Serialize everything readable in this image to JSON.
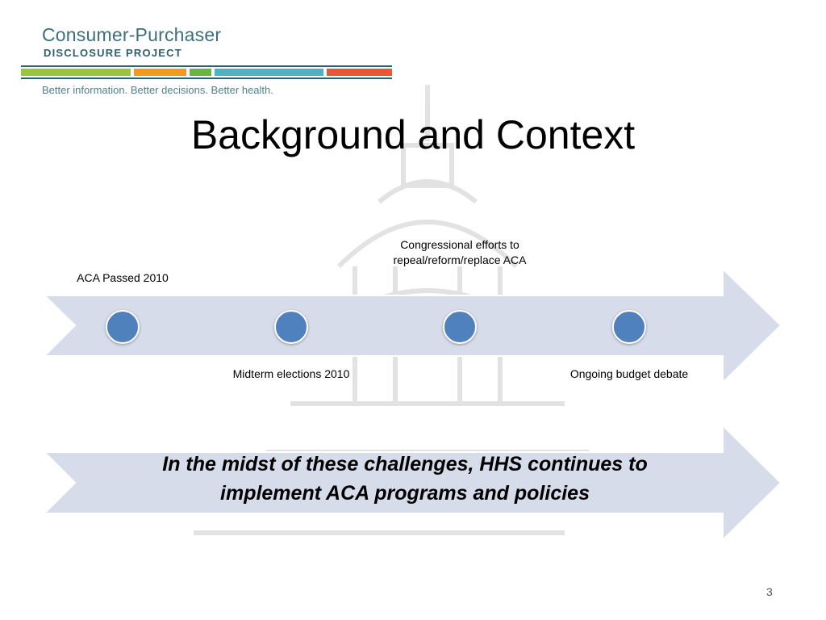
{
  "logo": {
    "name": "Consumer-Purchaser",
    "subtitle": "DISCLOSURE PROJECT",
    "tagline": "Better information. Better decisions. Better health.",
    "bar_colors": [
      "#9bc53d",
      "#f29a1e",
      "#6cb33f",
      "#4fb3bf",
      "#e8573c"
    ]
  },
  "slide": {
    "title": "Background and Context",
    "page_number": "3"
  },
  "timeline": {
    "arrow_color": "#d6dcea",
    "dot_color": "#4f81bd",
    "events": [
      {
        "label": "ACA Passed 2010"
      },
      {
        "label": "Midterm elections 2010"
      },
      {
        "label": "Congressional efforts to repeal/reform/replace ACA"
      },
      {
        "label": "Ongoing budget debate"
      }
    ]
  },
  "callout": {
    "text": "In the midst of these challenges, HHS continues to implement ACA programs and policies"
  }
}
